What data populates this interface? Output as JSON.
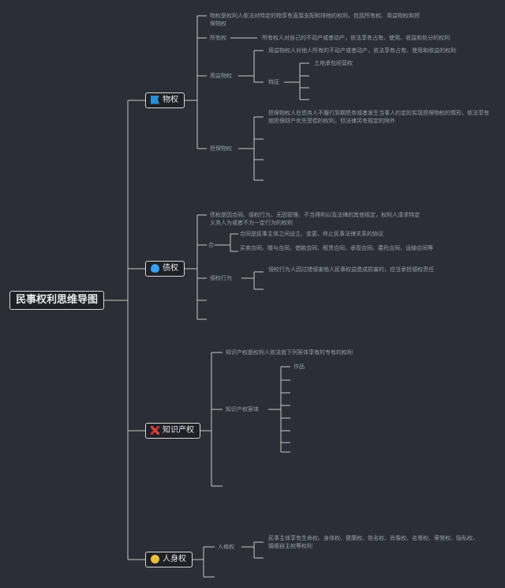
{
  "root": "民事权利思维导图",
  "branches": {
    "b1": "物权",
    "b2": "债权",
    "b3": "知识产权",
    "b4": "人身权"
  },
  "icons": {
    "b1": "flag-icon",
    "b2": "flame-icon",
    "b3": "tools-icon",
    "b4": "medal-icon"
  },
  "texts": {
    "wq_def": "物权是权利人依法对特定的物享有直接支配和排他的权利，包括所有权、用益物权和担保物权",
    "wq_syq_label": "所有权",
    "wq_syq_text": "所有权人对自己的不动产或者动产，依法享有占有、使用、收益和处分的权利",
    "wq_yy_label": "用益物权",
    "wq_yy_text": "用益物权人对他人所有的不动产或者动产，依法享有占有、使用和收益的权利",
    "wq_tz_label": "特征",
    "wq_tz_item": "土地承包经营权",
    "wq_db_label": "担保物权",
    "wq_db_text": "担保物权人在债务人不履行到期债务或者发生当事人约定的实现担保物权的情形，依法享有就担保财产优先受偿的权利，但法律另有规定的除外",
    "zq_def": "债权是因合同、侵权行为、无因管理、不当得利以及法律的其他规定，权利人请求特定义务人为或者不为一定行为的权利",
    "zq_he_label": "合",
    "zq_he_t1": "合同是民事主体之间设立、变更、终止民事法律关系的协议",
    "zq_he_t2": "买卖合同、赠与合同、借款合同、租赁合同、承揽合同、委托合同、运输合同等",
    "zq_qq_label": "侵权行为",
    "zq_qq_text": "侵权行为人因过错侵害他人民事权益造成损害的，应当承担侵权责任",
    "zs_def": "知识产权是权利人依法就下列客体享有的专有的权利",
    "zs_kt_label": "知识产权客体",
    "zs_kt_item": "作品",
    "rs_label": "人格权",
    "rs_text": "民事主体享有生命权、身体权、健康权、姓名权、肖像权、名誉权、荣誉权、隐私权、婚姻自主权等权利"
  }
}
